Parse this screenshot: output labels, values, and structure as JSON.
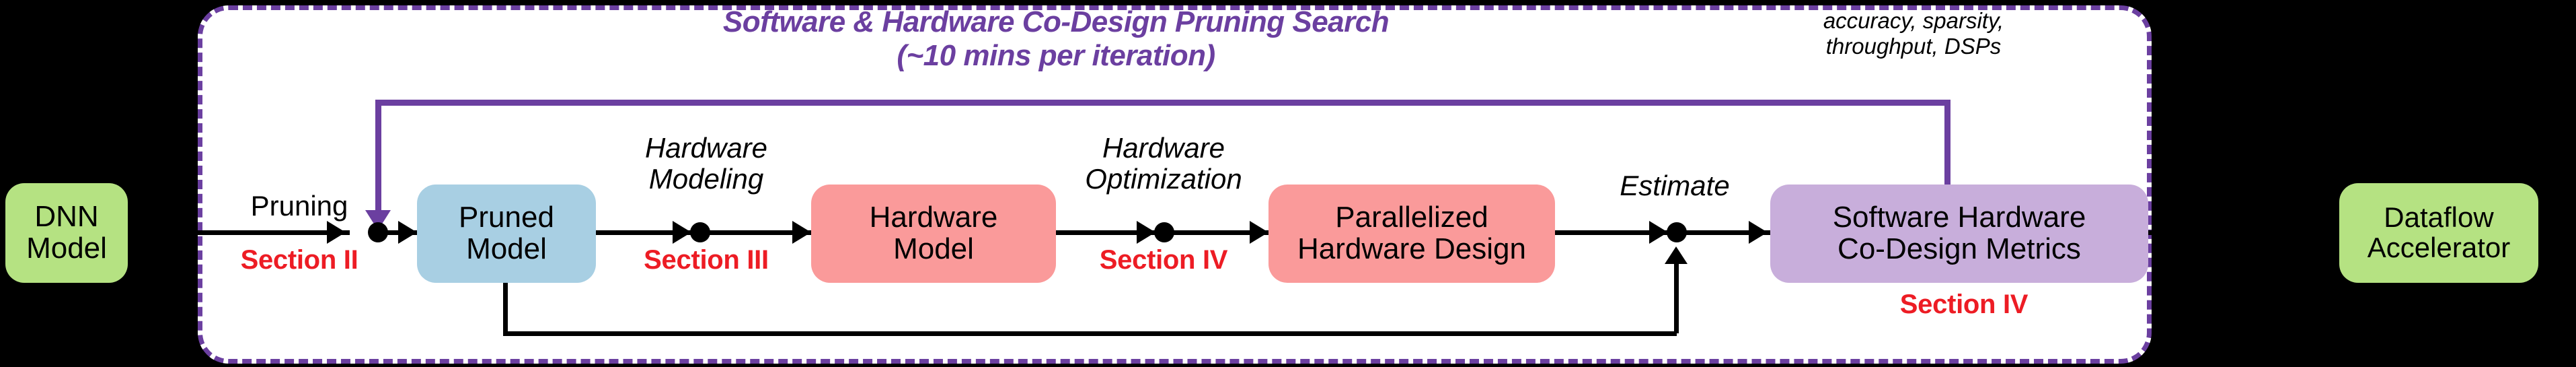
{
  "diagram": {
    "title_line1": "Software & Hardware Co-Design Pruning Search",
    "title_line2": "(~10 mins per iteration)",
    "metrics_note_line1": "accuracy, sparsity,",
    "metrics_note_line2": "throughput, DSPs",
    "colors": {
      "frame_border": "#6b3fa0",
      "frame_fill": "#ffffff",
      "background": "#000000",
      "title_purple": "#6b3fa0",
      "section_red": "#ed1c24",
      "green_node": "#b5e282",
      "blue_node": "#a8cfe3",
      "pink_node": "#fa9a9a",
      "purple_node": "#c8aedb",
      "edge_black": "#000000"
    }
  },
  "nodes": [
    {
      "id": "dnn-model",
      "line1": "DNN",
      "line2": "Model"
    },
    {
      "id": "pruned-model",
      "line1": "Pruned",
      "line2": "Model"
    },
    {
      "id": "hardware-model",
      "line1": "Hardware",
      "line2": "Model"
    },
    {
      "id": "parallelized-hw",
      "line1": "Parallelized",
      "line2": "Hardware Design"
    },
    {
      "id": "codesign-metrics",
      "line1": "Software Hardware",
      "line2": "Co-Design Metrics"
    },
    {
      "id": "dataflow-accel",
      "line1": "Dataflow",
      "line2": "Accelerator"
    }
  ],
  "edge_labels": [
    {
      "id": "pruning",
      "line1": "Pruning",
      "line2": ""
    },
    {
      "id": "hardware-modeling",
      "line1": "Hardware",
      "line2": "Modeling"
    },
    {
      "id": "hardware-optimization",
      "line1": "Hardware",
      "line2": "Optimization"
    },
    {
      "id": "estimate",
      "line1": "Estimate",
      "line2": ""
    }
  ],
  "sections": [
    {
      "id": "section-2",
      "label": "Section II"
    },
    {
      "id": "section-3",
      "label": "Section III"
    },
    {
      "id": "section-4a",
      "label": "Section IV"
    },
    {
      "id": "section-4b",
      "label": "Section IV"
    }
  ]
}
